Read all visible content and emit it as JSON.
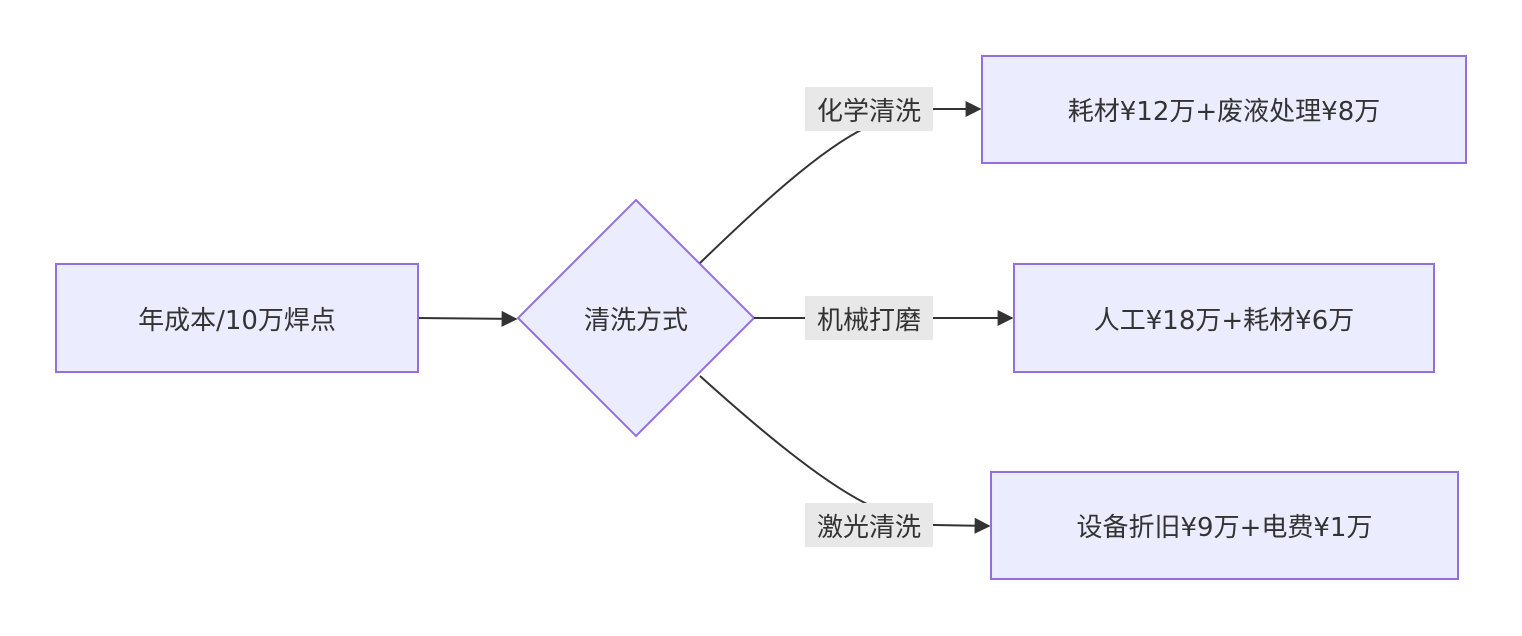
{
  "diagram": {
    "type": "flowchart",
    "colors": {
      "node_fill": "#ececff",
      "node_stroke": "#9370db",
      "edge": "#333333",
      "edge_label_bg": "#e8e8e8",
      "text": "#333333"
    },
    "nodes": {
      "start": {
        "label": "年成本/10万焊点"
      },
      "decision": {
        "label": "清洗方式"
      },
      "chemical_result": {
        "label": "耗材¥12万+废液处理¥8万"
      },
      "mechanical_result": {
        "label": "人工¥18万+耗材¥6万"
      },
      "laser_result": {
        "label": "设备折旧¥9万+电费¥1万"
      }
    },
    "edges": [
      {
        "from": "start",
        "to": "decision",
        "label": ""
      },
      {
        "from": "decision",
        "to": "chemical_result",
        "label": "化学清洗"
      },
      {
        "from": "decision",
        "to": "mechanical_result",
        "label": "机械打磨"
      },
      {
        "from": "decision",
        "to": "laser_result",
        "label": "激光清洗"
      }
    ]
  }
}
